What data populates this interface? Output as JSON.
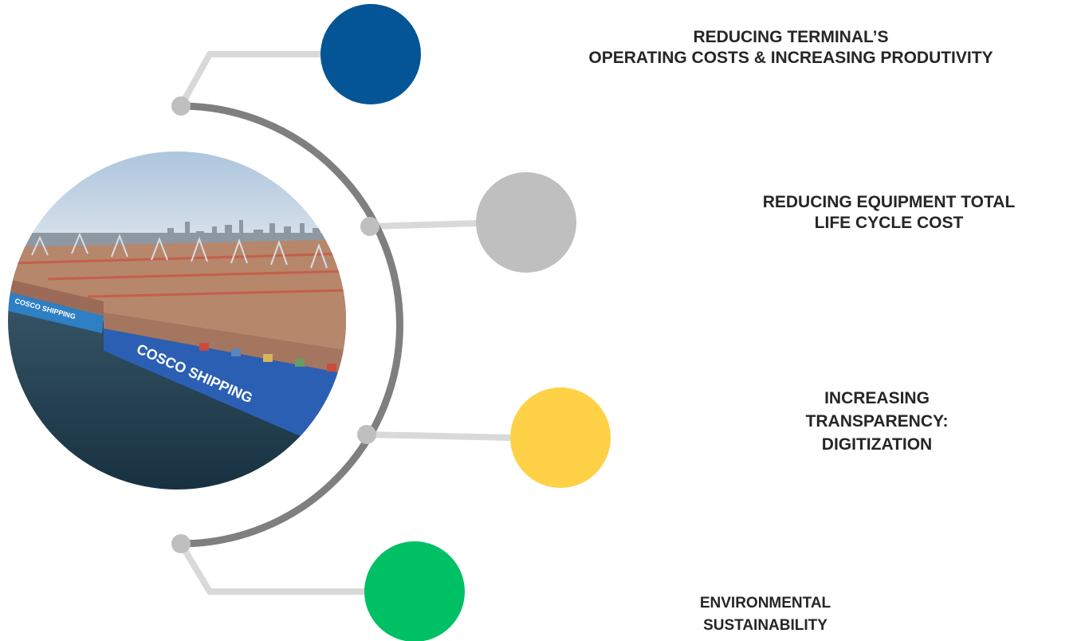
{
  "items": [
    {
      "lines": [
        "REDUCING TERMINAL’S",
        "OPERATING COSTS & INCREASING PRODUTIVITY"
      ],
      "color": "#045596"
    },
    {
      "lines": [
        "REDUCING EQUIPMENT  TOTAL",
        "LIFE CYCLE COST"
      ],
      "color": "#bfbfbf"
    },
    {
      "lines": [
        "INCREASING",
        "TRANSPARENCY:",
        "DIGITIZATION"
      ],
      "color": "#ffd146"
    },
    {
      "lines": [
        "ENVIRONMENTAL",
        "SUSTAINABILITY"
      ],
      "color": "#00c066"
    }
  ],
  "photo": {
    "ship_texts": [
      "COSCO SHIPPING",
      "COSCO SHIPPING"
    ],
    "colors": {
      "sky": "#bcd0e4",
      "water": "#233f52",
      "hull": "#2b5fb3"
    }
  },
  "connector_colors": {
    "arc": "#7f7f7f",
    "line": "#d9d9d9",
    "dot": "#bfbfbf"
  }
}
